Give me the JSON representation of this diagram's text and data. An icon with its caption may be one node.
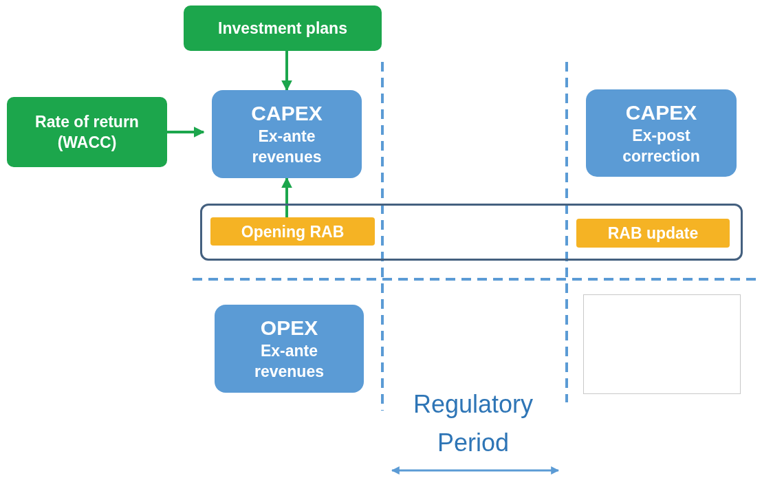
{
  "diagram": {
    "nodes": [
      {
        "text": [
          "Investment plans"
        ]
      },
      {
        "text": [
          "Rate of return (WACC)"
        ]
      },
      {
        "text": [
          "CAPEX",
          "Ex-ante revenues"
        ]
      },
      {
        "text": [
          "CAPEX",
          "Ex-post correction"
        ]
      },
      {
        "text": [],
        "shape": "box"
      },
      {
        "text": [
          "Opening RAB"
        ],
        "in": 4
      },
      {
        "text": [
          "RAB update"
        ],
        "in": 4
      },
      {
        "text": [
          "OPEX",
          "Ex-ante revenues"
        ]
      },
      {
        "text": [],
        "shape": "box"
      }
    ],
    "edges": [
      {
        "from": 0,
        "to": 2,
        "arrow": "to"
      },
      {
        "from": 1,
        "to": 2,
        "arrow": "to"
      },
      {
        "from": 5,
        "to": 2,
        "arrow": "to"
      }
    ],
    "labels": [
      "Regulatory Period"
    ]
  }
}
